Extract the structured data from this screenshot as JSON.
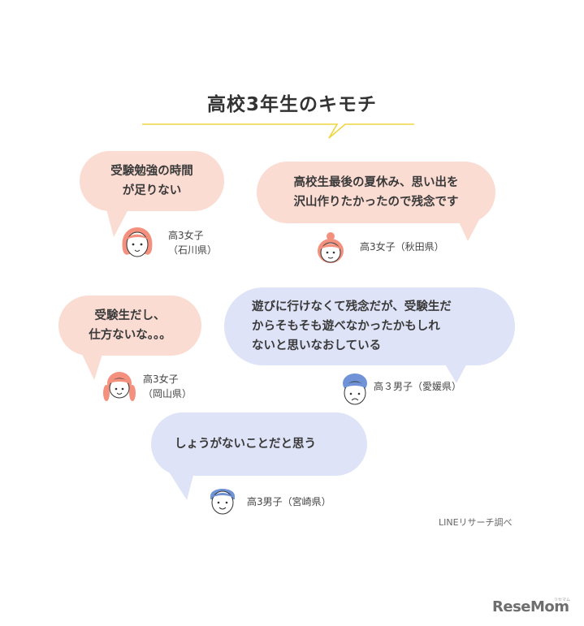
{
  "title": "高校3年生のキモチ",
  "colors": {
    "pink_bubble": "#fbdcd3",
    "blue_bubble": "#dee3f7",
    "pink_avatar": "#f4907e",
    "blue_avatar": "#6f93d6",
    "title_line": "#f0d541"
  },
  "comments": [
    {
      "text": "受験勉強の時間\nが足りない",
      "person": "高3女子\n（石川県）",
      "icon": "girl-short-hair-icon"
    },
    {
      "text": "高校生最後の夏休み、思い出を\n沢山作りたかったので残念です",
      "person": "高3女子（秋田県）",
      "icon": "girl-bun-hair-icon"
    },
    {
      "text": "受験生だし、\n仕方ないな。。。",
      "person": "高3女子\n（岡山県）",
      "icon": "girl-pigtails-icon"
    },
    {
      "text": "遊びに行けなくて残念だが、受験生だ\nからそもそも遊べなかったかもしれ\nないと思いなおしている",
      "person": "高３男子（愛媛県）",
      "icon": "boy-sad-icon"
    },
    {
      "text": "しょうがないことだと思う",
      "person": "高3男子（宮崎県）",
      "icon": "boy-happy-icon"
    }
  ],
  "source": "LINEリサーチ調べ",
  "logo": {
    "name": "ReseMom",
    "sub": "リセマム"
  }
}
